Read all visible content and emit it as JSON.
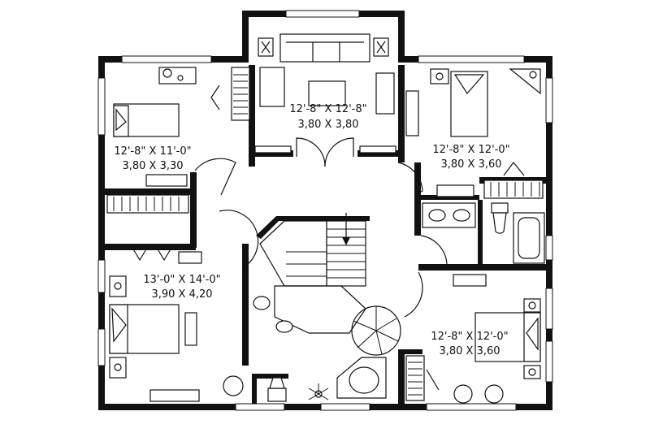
{
  "rooms": [
    {
      "dim_imperial": "12'-8\" X 12'-8\"",
      "dim_metric": "3,80 X 3,80"
    },
    {
      "dim_imperial": "12'-8\" X 11'-0\"",
      "dim_metric": "3,80 X 3,30"
    },
    {
      "dim_imperial": "12'-8\" X 12'-0\"",
      "dim_metric": "3,80 X 3,60"
    },
    {
      "dim_imperial": "13'-0\" X 14'-0\"",
      "dim_metric": "3,90 X 4,20"
    },
    {
      "dim_imperial": "12'-8\" X 12'-0\"",
      "dim_metric": "3,80 X 3,60"
    }
  ]
}
